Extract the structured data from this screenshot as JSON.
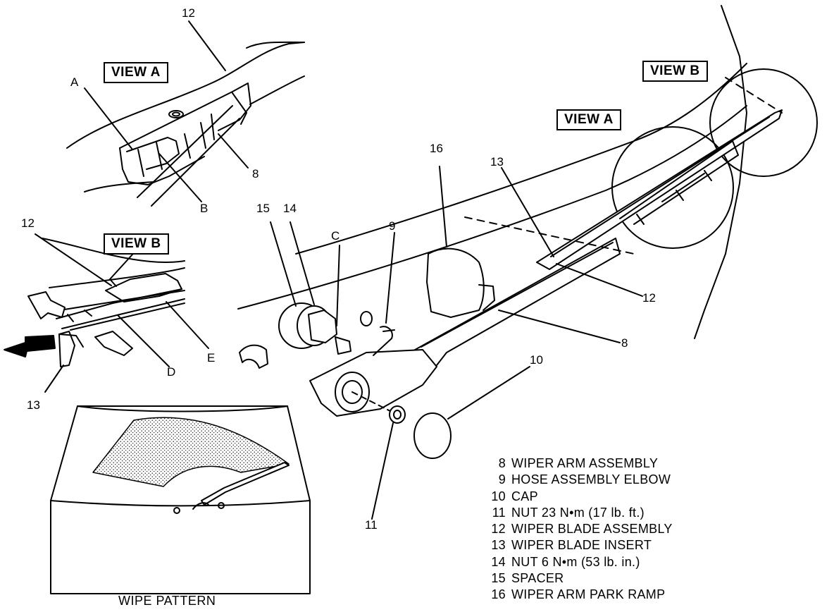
{
  "views": {
    "view_a_inset": "VIEW A",
    "view_a_main": "VIEW A",
    "view_b_inset": "VIEW B",
    "view_b_main": "VIEW B"
  },
  "callouts": {
    "c12_top": "12",
    "c_a": "A",
    "c8_inset": "8",
    "c_b": "B",
    "c12_view_b": "12",
    "c_d": "D",
    "c_e": "E",
    "c13_view_b": "13",
    "c15": "15",
    "c14": "14",
    "c_c": "C",
    "c9": "9",
    "c16": "16",
    "c13_main": "13",
    "c12_main": "12",
    "c8_main": "8",
    "c10": "10",
    "c11": "11"
  },
  "legend": [
    {
      "num": "8",
      "text": "WIPER ARM ASSEMBLY"
    },
    {
      "num": "9",
      "text": "HOSE ASSEMBLY ELBOW"
    },
    {
      "num": "10",
      "text": "CAP"
    },
    {
      "num": "11",
      "text": "NUT 23 N•m  (17 lb. ft.)"
    },
    {
      "num": "12",
      "text": "WIPER BLADE ASSEMBLY"
    },
    {
      "num": "13",
      "text": "WIPER BLADE INSERT"
    },
    {
      "num": "14",
      "text": "NUT 6 N•m  (53 lb. in.)"
    },
    {
      "num": "15",
      "text": "SPACER"
    },
    {
      "num": "16",
      "text": "WIPER ARM PARK RAMP"
    }
  ],
  "caption": "WIPE PATTERN"
}
